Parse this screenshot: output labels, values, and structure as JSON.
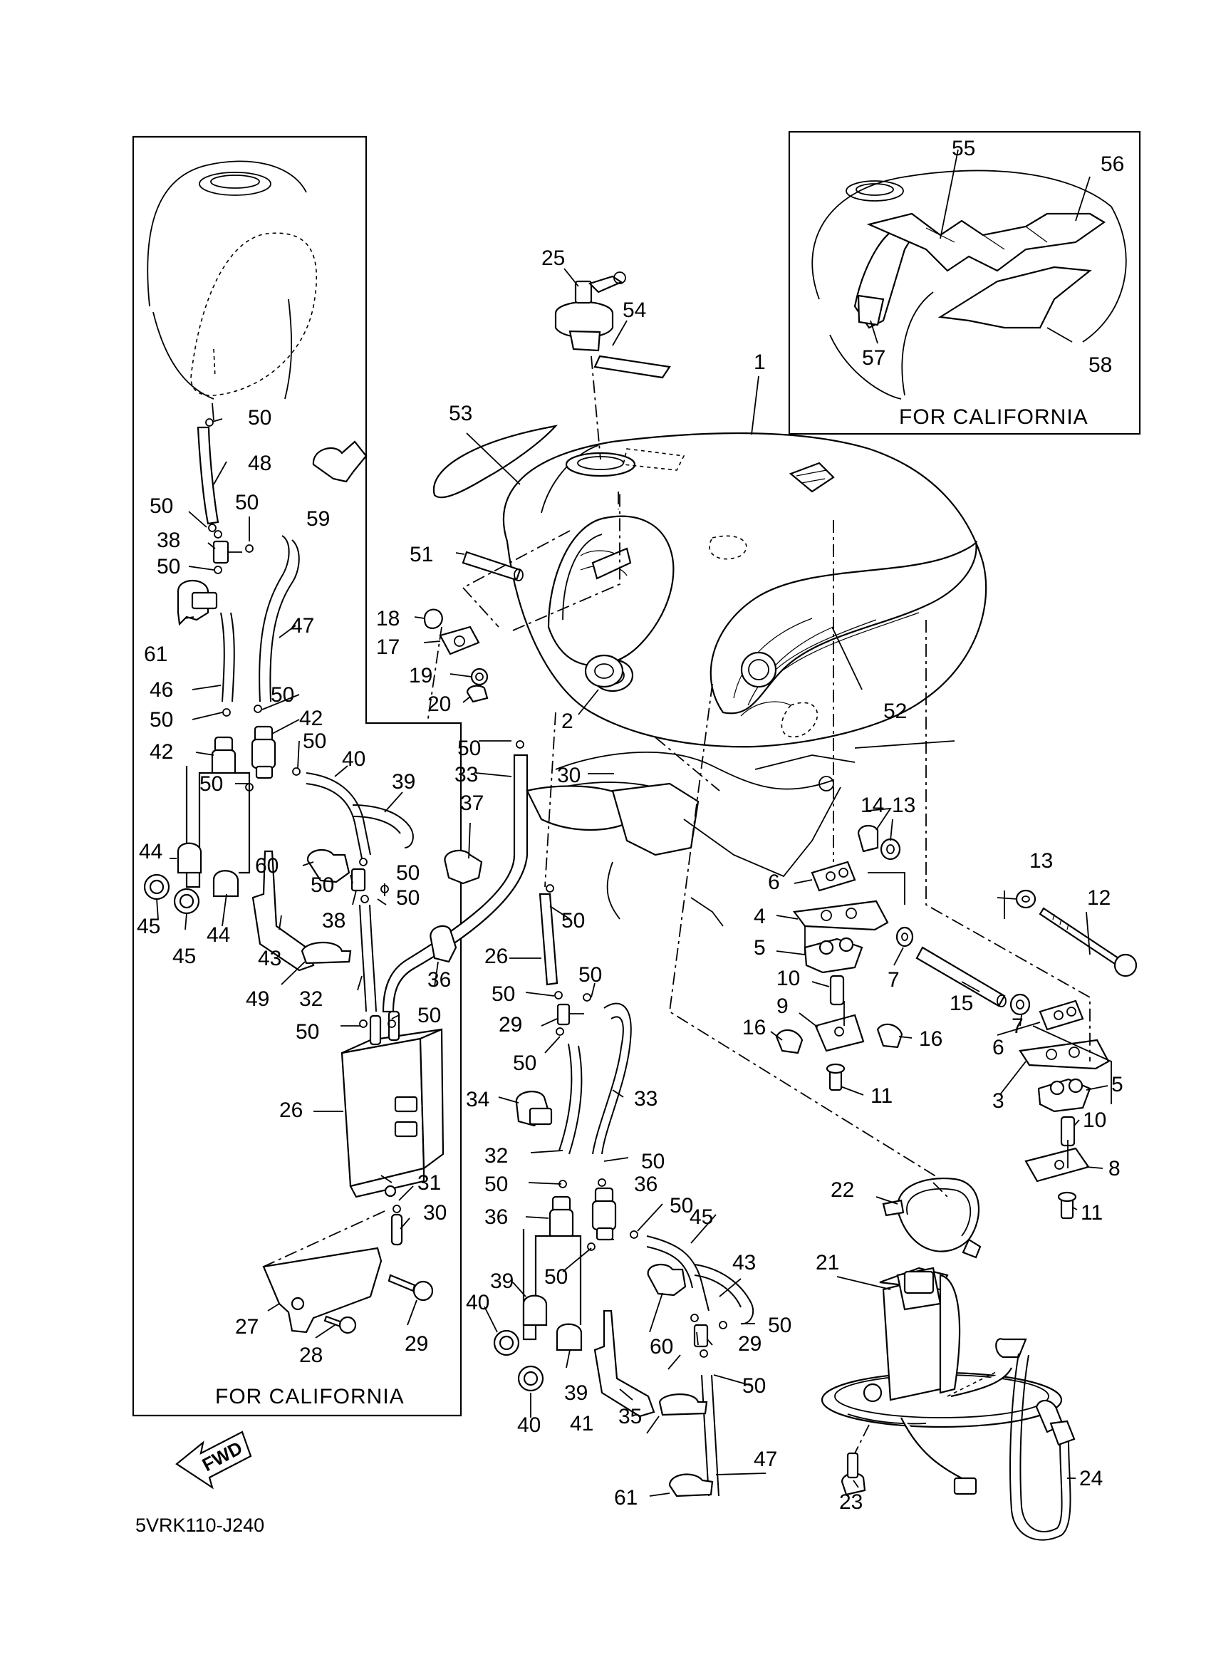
{
  "diagram_code": "5VRK110-J240",
  "fwd_label": "FWD",
  "boxes": {
    "left_title": "FOR CALIFORNIA",
    "top_right_title": "FOR CALIFORNIA"
  },
  "callouts": [
    {
      "id": "c1",
      "text": "1"
    },
    {
      "id": "c2",
      "text": "2"
    },
    {
      "id": "c3",
      "text": "3"
    },
    {
      "id": "c4",
      "text": "4"
    },
    {
      "id": "c5a",
      "text": "5"
    },
    {
      "id": "c5b",
      "text": "5"
    },
    {
      "id": "c6a",
      "text": "6"
    },
    {
      "id": "c6b",
      "text": "6"
    },
    {
      "id": "c7a",
      "text": "7"
    },
    {
      "id": "c7b",
      "text": "7"
    },
    {
      "id": "c8",
      "text": "8"
    },
    {
      "id": "c9",
      "text": "9"
    },
    {
      "id": "c10a",
      "text": "10"
    },
    {
      "id": "c10b",
      "text": "10"
    },
    {
      "id": "c11a",
      "text": "11"
    },
    {
      "id": "c11b",
      "text": "11"
    },
    {
      "id": "c12",
      "text": "12"
    },
    {
      "id": "c13a",
      "text": "13"
    },
    {
      "id": "c13b",
      "text": "13"
    },
    {
      "id": "c14",
      "text": "14"
    },
    {
      "id": "c15",
      "text": "15"
    },
    {
      "id": "c16a",
      "text": "16"
    },
    {
      "id": "c16b",
      "text": "16"
    },
    {
      "id": "c17",
      "text": "17"
    },
    {
      "id": "c18",
      "text": "18"
    },
    {
      "id": "c19",
      "text": "19"
    },
    {
      "id": "c20",
      "text": "20"
    },
    {
      "id": "c21",
      "text": "21"
    },
    {
      "id": "c22",
      "text": "22"
    },
    {
      "id": "c23",
      "text": "23"
    },
    {
      "id": "c24",
      "text": "24"
    },
    {
      "id": "c25",
      "text": "25"
    },
    {
      "id": "c26a",
      "text": "26"
    },
    {
      "id": "c26b",
      "text": "26"
    },
    {
      "id": "c27",
      "text": "27"
    },
    {
      "id": "c28",
      "text": "28"
    },
    {
      "id": "c29a",
      "text": "29"
    },
    {
      "id": "c29b",
      "text": "29"
    },
    {
      "id": "c29c",
      "text": "29"
    },
    {
      "id": "c30a",
      "text": "30"
    },
    {
      "id": "c30b",
      "text": "30"
    },
    {
      "id": "c31",
      "text": "31"
    },
    {
      "id": "c32a",
      "text": "32"
    },
    {
      "id": "c32b",
      "text": "32"
    },
    {
      "id": "c33a",
      "text": "33"
    },
    {
      "id": "c33b",
      "text": "33"
    },
    {
      "id": "c34",
      "text": "34"
    },
    {
      "id": "c35",
      "text": "35"
    },
    {
      "id": "c36a",
      "text": "36"
    },
    {
      "id": "c36b",
      "text": "36"
    },
    {
      "id": "c36c",
      "text": "36"
    },
    {
      "id": "c37",
      "text": "37"
    },
    {
      "id": "c38a",
      "text": "38"
    },
    {
      "id": "c38b",
      "text": "38"
    },
    {
      "id": "c39a",
      "text": "39"
    },
    {
      "id": "c39b",
      "text": "39"
    },
    {
      "id": "c39c",
      "text": "39"
    },
    {
      "id": "c40a",
      "text": "40"
    },
    {
      "id": "c40b",
      "text": "40"
    },
    {
      "id": "c40c",
      "text": "40"
    },
    {
      "id": "c41",
      "text": "41"
    },
    {
      "id": "c42a",
      "text": "42"
    },
    {
      "id": "c42b",
      "text": "42"
    },
    {
      "id": "c43a",
      "text": "43"
    },
    {
      "id": "c43b",
      "text": "43"
    },
    {
      "id": "c44a",
      "text": "44"
    },
    {
      "id": "c44b",
      "text": "44"
    },
    {
      "id": "c45a",
      "text": "45"
    },
    {
      "id": "c45b",
      "text": "45"
    },
    {
      "id": "c45c",
      "text": "45"
    },
    {
      "id": "c46",
      "text": "46"
    },
    {
      "id": "c47a",
      "text": "47"
    },
    {
      "id": "c47b",
      "text": "47"
    },
    {
      "id": "c48",
      "text": "48"
    },
    {
      "id": "c49",
      "text": "49"
    },
    {
      "id": "c50a",
      "text": "50"
    },
    {
      "id": "c50b",
      "text": "50"
    },
    {
      "id": "c50c",
      "text": "50"
    },
    {
      "id": "c50d",
      "text": "50"
    },
    {
      "id": "c50e",
      "text": "50"
    },
    {
      "id": "c50f",
      "text": "50"
    },
    {
      "id": "c50g",
      "text": "50"
    },
    {
      "id": "c50h",
      "text": "50"
    },
    {
      "id": "c50i",
      "text": "50"
    },
    {
      "id": "c50j",
      "text": "50"
    },
    {
      "id": "c50k",
      "text": "50"
    },
    {
      "id": "c50l",
      "text": "50"
    },
    {
      "id": "c50m",
      "text": "50"
    },
    {
      "id": "c50n",
      "text": "50"
    },
    {
      "id": "c50o",
      "text": "50"
    },
    {
      "id": "c50p",
      "text": "50"
    },
    {
      "id": "c50q",
      "text": "50"
    },
    {
      "id": "c50r",
      "text": "50"
    },
    {
      "id": "c50s",
      "text": "50"
    },
    {
      "id": "c50t",
      "text": "50"
    },
    {
      "id": "c50u",
      "text": "50"
    },
    {
      "id": "c50v",
      "text": "50"
    },
    {
      "id": "c50w",
      "text": "50"
    },
    {
      "id": "c50x",
      "text": "50"
    },
    {
      "id": "c51",
      "text": "51"
    },
    {
      "id": "c52",
      "text": "52"
    },
    {
      "id": "c53",
      "text": "53"
    },
    {
      "id": "c54",
      "text": "54"
    },
    {
      "id": "c55",
      "text": "55"
    },
    {
      "id": "c56",
      "text": "56"
    },
    {
      "id": "c57",
      "text": "57"
    },
    {
      "id": "c58",
      "text": "58"
    },
    {
      "id": "c59",
      "text": "59"
    },
    {
      "id": "c60a",
      "text": "60"
    },
    {
      "id": "c60b",
      "text": "60"
    },
    {
      "id": "c61a",
      "text": "61"
    },
    {
      "id": "c61b",
      "text": "61"
    }
  ]
}
